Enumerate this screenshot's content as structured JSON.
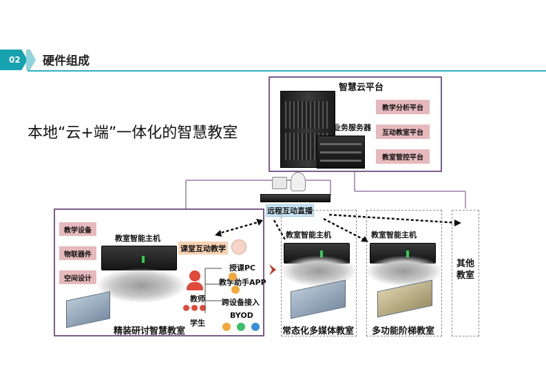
{
  "header": {
    "section_number": "02",
    "title": "硬件组成"
  },
  "subtitle": "本地“云+端”一体化的智慧教室",
  "cloud": {
    "title": "智慧云平台",
    "server_label": "业务服务器",
    "platforms": [
      "教学分析平台",
      "互动教室平台",
      "教室管控平台"
    ]
  },
  "live_label": "远程互动直播",
  "premium_room": {
    "tags": [
      "教学设备",
      "物联器件",
      "空间设计"
    ],
    "host_label": "教室智能主机",
    "interaction_label": "课堂互动教学",
    "teacher_label": "教师",
    "student_label": "学生",
    "features": [
      "授课PC",
      "教学助手APP",
      "跨设备接入",
      "BYOD"
    ],
    "room_label": "精装研讨智慧教室"
  },
  "normal_room": {
    "host_label": "教室智能主机",
    "room_label": "常态化多媒体教室"
  },
  "lecture_room": {
    "host_label": "教室智能主机",
    "room_label": "多功能阶梯教室"
  },
  "other_room": {
    "label": "其他教室"
  },
  "colors": {
    "accent": "#17a2b0",
    "frame": "#7b5a8c",
    "tag_pink": "#e6b9bc",
    "live_blue": "#c9e4f5",
    "interaction_orange": "#f7d2b3",
    "connector": "#9a7aa8"
  }
}
